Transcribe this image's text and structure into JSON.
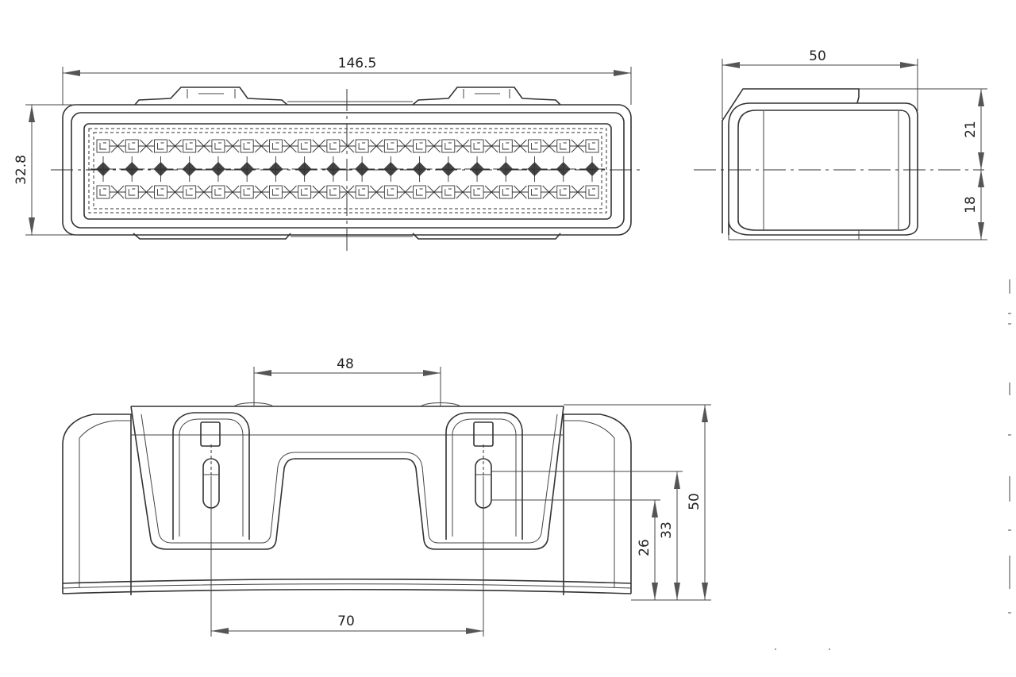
{
  "drawing": {
    "views": {
      "front": {
        "dimensions": {
          "width": "146.5",
          "height": "32.8"
        }
      },
      "side": {
        "dimensions": {
          "depth": "50",
          "upper": "21",
          "lower": "18"
        }
      },
      "bottom": {
        "dimensions": {
          "tab_spacing": "48",
          "hole_spacing": "70",
          "height": "50",
          "slot_upper": "33",
          "slot_lower": "26"
        }
      }
    },
    "led_grid": {
      "columns": 18,
      "rows": 3
    }
  }
}
